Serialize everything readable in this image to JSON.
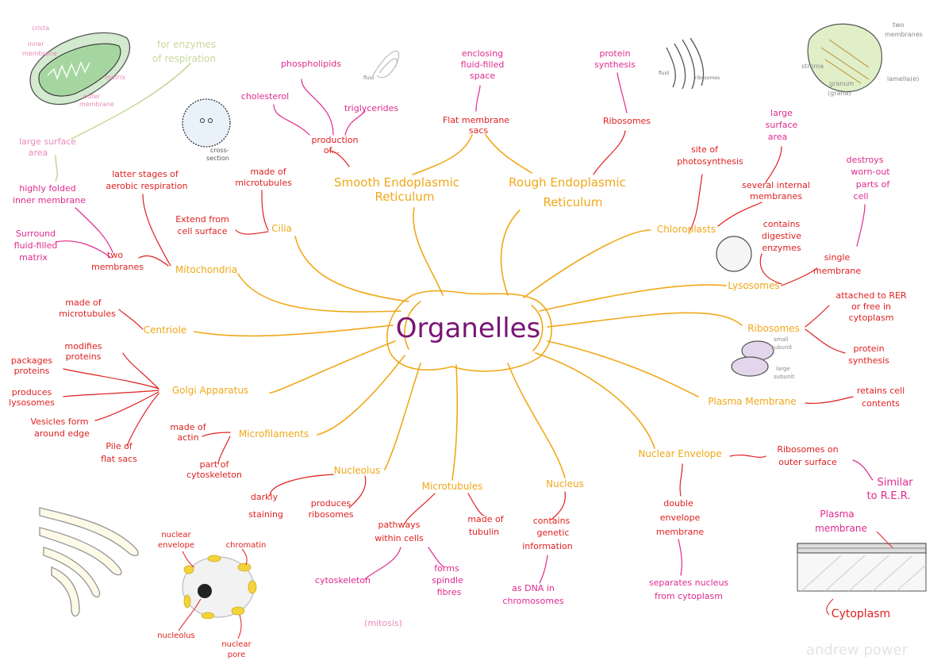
{
  "colors": {
    "orange": "#f0a818",
    "red": "#e01f1f",
    "pink": "#e02a8e",
    "purple": "#7a1474",
    "lightgreen": "#c8d89a",
    "grey": "#9a9a9a",
    "yellow": "#f2d43a"
  },
  "center": {
    "title": "Organelles"
  },
  "organelles": {
    "smooth_er": "Smooth Endoplasmic Reticulum",
    "rough_er": "Rough Endoplasmic Reticulum",
    "mitochondria": "Mitochondria",
    "cilia": "Cilia",
    "centriole": "Centriole",
    "golgi": "Golgi Apparatus",
    "microfilaments": "Microfilaments",
    "nucleolus": "Nucleolus",
    "microtubules": "Microtubules",
    "nucleus": "Nucleus",
    "nuclear_envelope": "Nuclear Envelope",
    "chloroplasts": "Chloroplasts",
    "lysosomes": "Lysosomes",
    "ribosomes": "Ribosomes",
    "plasma_membrane": "Plasma Membrane"
  },
  "details": {
    "production_of": "production of...",
    "cholesterol": "cholesterol",
    "phospholipids": "phospholipids",
    "triglycerides": "triglycerides",
    "flat_membrane_sacs": "Flat membrane sacs",
    "enclosing": "enclosing fluid-filled space",
    "ribosomes_rer": "Ribosomes",
    "protein_synthesis_top": "protein synthesis",
    "latter_stages": "latter stages of aerobic respiration",
    "for_enzymes": "for enzymes of respiration",
    "large_surface_area_left": "large surface area",
    "highly_folded": "highly folded inner membrane",
    "surround": "Surround fluid-filled matrix",
    "two_membranes": "two membranes",
    "made_of_microtubules_cilia": "made of microtubules",
    "extend_from": "Extend from cell surface",
    "made_of_microtubules_centriole": "made of microtubules",
    "modifies_proteins": "modifies proteins",
    "packages_proteins": "packages proteins",
    "produces_lysosomes": "produces lysosomes",
    "vesicles_form": "Vesicles form around edge",
    "pile_of_sacs": "Pile of flat sacs",
    "made_of_actin": "made of actin",
    "part_of_cytoskeleton": "part of cytoskeleton",
    "darkly_staining": "darkly staining",
    "produces_ribosomes": "produces ribosomes",
    "pathways": "pathways within cells",
    "made_of_tubulin": "made of tubulin",
    "cytoskeleton": "cytoskeleton",
    "forms_spindle": "forms spindle fibres",
    "mitosis": "(mitosis)",
    "contains_genetic": "contains genetic information",
    "as_dna": "as DNA in chromosomes",
    "site_of_photosynthesis": "site of photosynthesis",
    "large_surface_area_right": "large surface area",
    "several_internal": "several internal membranes",
    "contains_digestive": "contains digestive enzymes",
    "single_membrane": "single membrane",
    "destroys": "destroys worn-out parts of cell",
    "attached_to_rer": "attached to RER or free in cytoplasm",
    "protein_synthesis_right": "protein synthesis",
    "retains_cell": "retains cell contents",
    "ribosomes_on_outer": "Ribosomes on outer surface",
    "similar_to_rer": "Similar to R.E.R.",
    "double_envelope": "double envelope membrane",
    "separates_nucleus": "separates nucleus from cytoplasm"
  },
  "sketch_labels": {
    "crista": "crista",
    "inner_membrane": "inner membrane",
    "matrix": "matrix",
    "outer_membrane": "outer membrane",
    "cross_section": "cross-section",
    "fluid": "fluid",
    "ribosomes": "ribosomes",
    "two_membranes": "two membranes",
    "stroma": "stroma",
    "granum": "granum (grana)",
    "lamella": "lamella(e)",
    "small_subunit": "small subunit",
    "large_subunit": "large subunit",
    "nuclear_envelope": "nuclear envelope",
    "chromatin": "chromatin",
    "nucleolus": "nucleolus",
    "nuclear_pore": "nuclear pore",
    "plasma_membrane": "Plasma membrane",
    "cytoplasm": "Cytoplasm"
  },
  "watermark": "andrew power"
}
